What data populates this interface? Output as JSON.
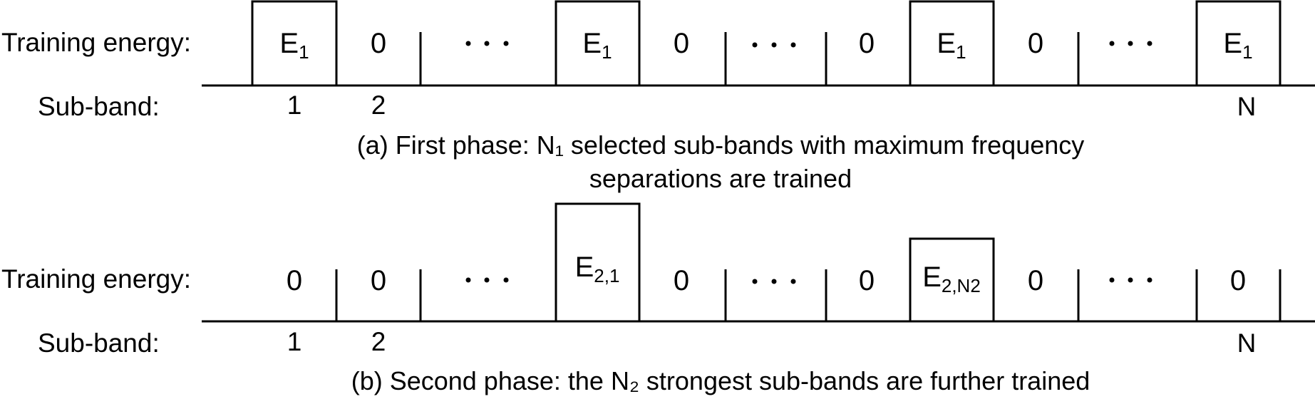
{
  "labels": {
    "training_energy": "Training energy:",
    "sub_band": "Sub-band:"
  },
  "phases": [
    {
      "cells": [
        {
          "text": "E",
          "sub": "1",
          "box": true
        },
        {
          "text": "0",
          "box": false
        },
        {
          "text": "dots",
          "box": false
        },
        {
          "text": "E",
          "sub": "1",
          "box": true
        },
        {
          "text": "0",
          "box": false
        },
        {
          "text": "dots",
          "box": false
        },
        {
          "text": "0",
          "box": false
        },
        {
          "text": "E",
          "sub": "1",
          "box": true
        },
        {
          "text": "0",
          "box": false
        },
        {
          "text": "dots",
          "box": false
        },
        {
          "text": "E",
          "sub": "1",
          "box": true
        }
      ],
      "ticks": [
        "1",
        "2",
        "N"
      ],
      "caption_lines": [
        "(a) First phase: N₁ selected sub-bands with maximum frequency",
        "separations are trained"
      ]
    },
    {
      "cells": [
        {
          "text": "0",
          "box": false
        },
        {
          "text": "0",
          "box": false
        },
        {
          "text": "dots",
          "box": false
        },
        {
          "text": "E",
          "sub": "2,1",
          "box": true
        },
        {
          "text": "0",
          "box": false
        },
        {
          "text": "dots",
          "box": false
        },
        {
          "text": "0",
          "box": false
        },
        {
          "text": "E",
          "sub": "2,N2",
          "box": true
        },
        {
          "text": "0",
          "box": false
        },
        {
          "text": "dots",
          "box": false
        },
        {
          "text": "0",
          "box": false
        }
      ],
      "ticks": [
        "1",
        "2",
        "N"
      ],
      "caption_lines": [
        "(b) Second phase: the N₂ strongest sub-bands are further trained"
      ]
    }
  ]
}
